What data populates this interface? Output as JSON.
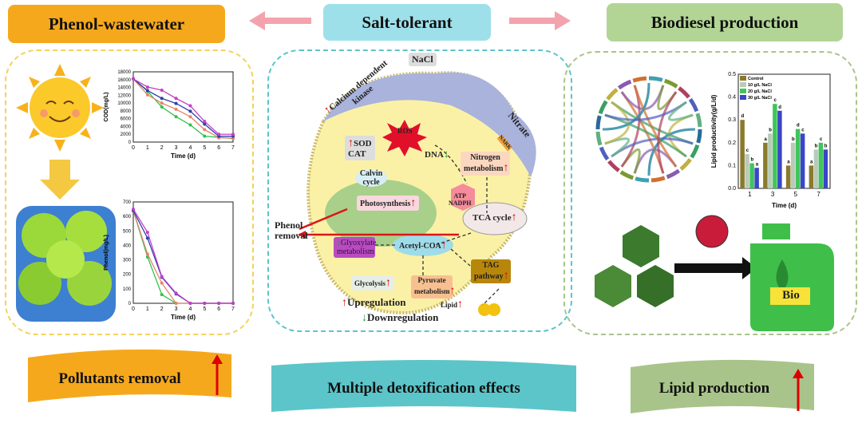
{
  "headers": {
    "left": "Phenol-wastewater",
    "center": "Salt-tolerant",
    "right": "Biodiesel production"
  },
  "ribbons": {
    "left": "Pollutants removal",
    "center": "Multiple detoxification effects",
    "right": "Lipid production"
  },
  "colors": {
    "left_header": "#f6a81c",
    "center_header": "#9ee0ea",
    "right_header": "#b2d596",
    "left_panel": "#f3d35a",
    "center_panel": "#5cc5c9",
    "right_panel": "#a9c48a",
    "arrow_pink": "#f4a3ad",
    "upregulation": "#d00000",
    "downregulation": "#1a9a3a"
  },
  "cell": {
    "nacl": "NaCl",
    "kinase": "Calcium dependent kinase",
    "ros": "ROS",
    "sod": "SOD",
    "cat": "CAT",
    "dna": "DNA",
    "nitrate": "Nitrate",
    "nark": "NARK",
    "nitrogen": "Nitrogen metabolism",
    "calvin": "Calvin cycle",
    "photosynthesis": "Photosynthesis",
    "atp": "ATP",
    "nadph": "NADPH",
    "tca": "TCA cycle",
    "phenol_removal": "Phenol removal",
    "glyoxylate": "Glyoxylate metabolism",
    "acetyl": "Acetyl-COA",
    "tag": "TAG pathway",
    "glycolysis": "Glycolysis",
    "pyruvate": "Pyruvate metabolism",
    "lipid": "Lipid",
    "upregulation": "Upregulation",
    "downregulation": "Downregulation"
  },
  "bio_label": "Bio",
  "chart_data": [
    {
      "type": "line",
      "xlabel": "Time (d)",
      "ylabel": "COD(mg/L)",
      "xlim": [
        0,
        7
      ],
      "ylim": [
        0,
        18000
      ],
      "x": [
        0,
        1,
        2,
        3,
        4,
        5,
        6,
        7
      ],
      "yticks": [
        0,
        2000,
        4000,
        6000,
        8000,
        10000,
        12000,
        14000,
        16000,
        18000
      ],
      "series": [
        {
          "color": "#2fc24a",
          "values": [
            16200,
            13000,
            9000,
            6500,
            4400,
            1500,
            1200,
            900
          ]
        },
        {
          "color": "#e8826a",
          "values": [
            16200,
            12100,
            10000,
            8400,
            6500,
            3200,
            1100,
            1000
          ]
        },
        {
          "color": "#2d3fa8",
          "values": [
            16200,
            13200,
            11200,
            9900,
            7900,
            4600,
            1500,
            1500
          ]
        },
        {
          "color": "#c33fc9",
          "values": [
            16200,
            14100,
            13300,
            11200,
            9300,
            5300,
            2000,
            2000
          ]
        }
      ]
    },
    {
      "type": "line",
      "xlabel": "Time (d)",
      "ylabel": "Phenol(mg/L)",
      "xlim": [
        0,
        7
      ],
      "ylim": [
        0,
        700
      ],
      "x": [
        0,
        1,
        2,
        3,
        4,
        5,
        6,
        7
      ],
      "yticks": [
        0,
        100,
        200,
        300,
        400,
        500,
        600,
        700
      ],
      "series": [
        {
          "color": "#2fc24a",
          "values": [
            640,
            320,
            60,
            0,
            0,
            0,
            0,
            0
          ]
        },
        {
          "color": "#e8826a",
          "values": [
            640,
            340,
            140,
            0,
            0,
            0,
            0,
            0
          ]
        },
        {
          "color": "#2d3fa8",
          "values": [
            640,
            450,
            180,
            65,
            0,
            0,
            0,
            0
          ]
        },
        {
          "color": "#c33fc9",
          "values": [
            650,
            490,
            185,
            70,
            0,
            0,
            0,
            0
          ]
        }
      ]
    },
    {
      "type": "bar",
      "xlabel": "Time (d)",
      "ylabel": "Lipid productivity(g/L/d)",
      "ylim": [
        0,
        0.5
      ],
      "categories": [
        "1",
        "3",
        "5",
        "7"
      ],
      "yticks": [
        "0.0",
        "0.1",
        "0.2",
        "0.3",
        "0.4",
        "0.5"
      ],
      "legend_position": "top-left",
      "series": [
        {
          "name": "Control",
          "color": "#8a7a2c",
          "values": [
            0.3,
            0.2,
            0.1,
            0.1
          ],
          "letters": [
            "d",
            "a",
            "a",
            "a"
          ]
        },
        {
          "name": "10 g/L NaCl",
          "color": "#b9cbb8",
          "values": [
            0.15,
            0.24,
            0.2,
            0.17
          ],
          "letters": [
            "c",
            "b",
            "b",
            "b"
          ]
        },
        {
          "name": "20 g/L NaCl",
          "color": "#3fc55a",
          "values": [
            0.11,
            0.37,
            0.26,
            0.2
          ],
          "letters": [
            "b",
            "c",
            "d",
            "c"
          ]
        },
        {
          "name": "30 g/L NaCl",
          "color": "#3a45c8",
          "values": [
            0.09,
            0.34,
            0.24,
            0.17
          ],
          "letters": [
            "a",
            "d",
            "c",
            "b"
          ]
        }
      ]
    }
  ]
}
